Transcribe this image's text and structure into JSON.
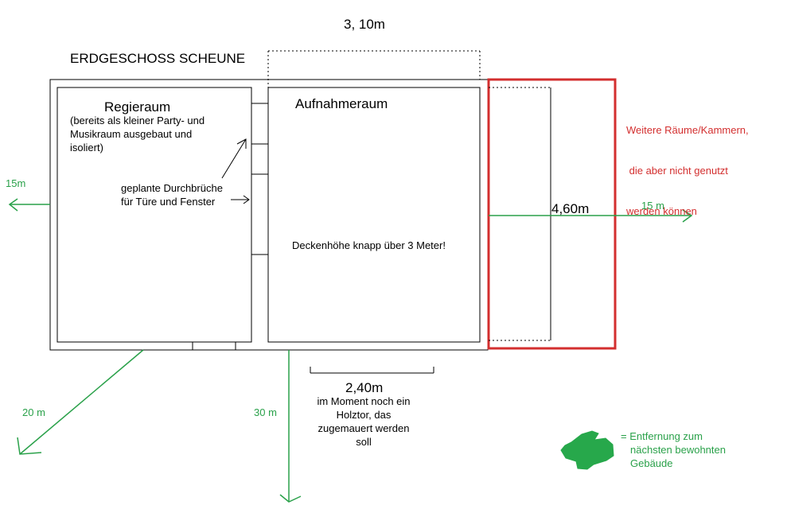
{
  "title": "ERDGESCHOSS SCHEUNE",
  "dimensions": {
    "top_width": "3, 10m",
    "depth": "4,60m",
    "door_width": "2,40m"
  },
  "rooms": {
    "control": {
      "name": "Regieraum",
      "note_lines": [
        "(bereits als kleiner Party- und",
        "Musikraum ausgebaut und",
        "isoliert)"
      ]
    },
    "recording": {
      "name": "Aufnahmeraum",
      "ceiling_note": "Deckenhöhe knapp über 3 Meter!"
    }
  },
  "openings_note": [
    "geplante Durchbrüche",
    "für Türe und Fenster"
  ],
  "door_note": [
    "im Moment noch ein",
    "Holztor, das",
    "zugemauert werden",
    "soll"
  ],
  "extra_rooms_note": [
    "Weitere Räume/Kammern,",
    " die aber nicht genutzt",
    "werden können"
  ],
  "distances": {
    "west": "15m",
    "east": "15 m",
    "southwest": "20 m",
    "south": "30 m"
  },
  "legend": {
    "symbol": "green-blob",
    "lines": [
      "= Entfernung zum",
      "nächsten bewohnten",
      "Gebäude"
    ]
  },
  "colors": {
    "distance": "#2aa14a",
    "highlight": "#d32f2f",
    "lines": "#000000"
  }
}
